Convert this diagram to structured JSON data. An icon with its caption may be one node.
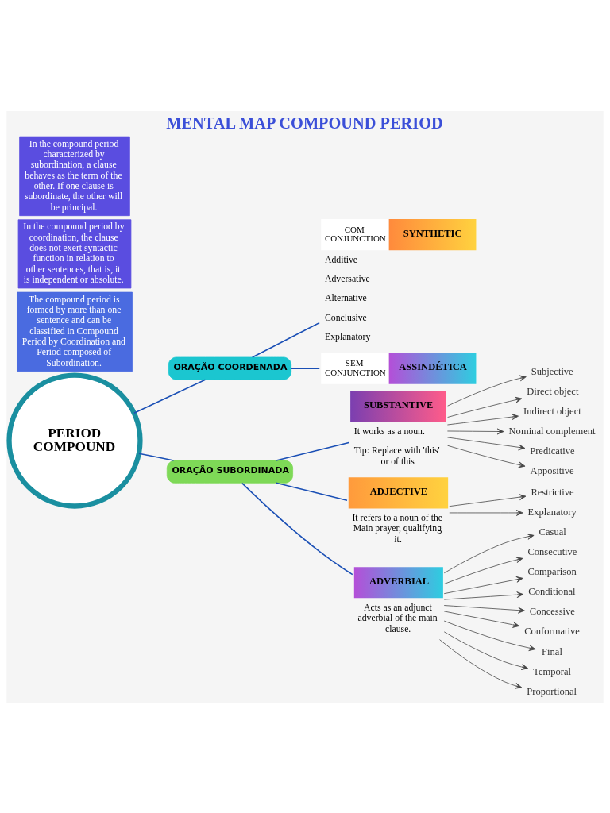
{
  "diagram": {
    "title": "MENTAL MAP COMPOUND PERIOD",
    "nodes": [
      {
        "text": [
          "PERIOD COMPOUND"
        ]
      },
      {
        "text": [
          "ORAÇÃO COORDENADA"
        ]
      },
      {
        "text": [
          "ORAÇÃO SUBORDINADA"
        ]
      },
      {
        "text": [
          "COM CONJUNCTION",
          "SYNTHETIC"
        ],
        "beside": [
          "Additive",
          "Adversative",
          "Alternative",
          "Conclusive",
          "Explanatory"
        ]
      },
      {
        "text": [
          "SEM CONJUNCTION",
          "ASSINDÉTICA"
        ]
      },
      {
        "text": [
          "SUBSTANTIVE"
        ],
        "beside": [
          "It works as a noun.",
          "Tip: Replace with 'this' or of this"
        ]
      },
      {
        "text": [
          "ADJECTIVE"
        ],
        "beside": [
          "It refers to a noun of the Main prayer, qualifying it."
        ]
      },
      {
        "text": [
          "ADVERBIAL"
        ],
        "beside": [
          "Acts as an adjunct adverbial of the main clause."
        ]
      },
      {
        "text": [
          "Subjective"
        ]
      },
      {
        "text": [
          "Direct object"
        ]
      },
      {
        "text": [
          "Indirect object"
        ]
      },
      {
        "text": [
          "Nominal complement"
        ]
      },
      {
        "text": [
          "Predicative"
        ]
      },
      {
        "text": [
          "Appositive"
        ]
      },
      {
        "text": [
          "Restrictive"
        ]
      },
      {
        "text": [
          "Explanatory"
        ]
      },
      {
        "text": [
          "Casual"
        ]
      },
      {
        "text": [
          "Consecutive"
        ]
      },
      {
        "text": [
          "Comparison"
        ]
      },
      {
        "text": [
          "Conditional"
        ]
      },
      {
        "text": [
          "Concessive"
        ]
      },
      {
        "text": [
          "Conformative"
        ]
      },
      {
        "text": [
          "Final"
        ]
      },
      {
        "text": [
          "Temporal"
        ]
      },
      {
        "text": [
          "Proportional"
        ]
      }
    ],
    "edges": [
      {
        "from": 0,
        "to": 1,
        "arrow": "none",
        "color": "#1a4fb5"
      },
      {
        "from": 0,
        "to": 2,
        "arrow": "none",
        "color": "#1a4fb5"
      },
      {
        "from": 1,
        "to": 3,
        "arrow": "none",
        "color": "#1a4fb5"
      },
      {
        "from": 1,
        "to": 4,
        "arrow": "none",
        "color": "#1a4fb5"
      },
      {
        "from": 2,
        "to": 5,
        "arrow": "none",
        "color": "#1a4fb5"
      },
      {
        "from": 2,
        "to": 6,
        "arrow": "none",
        "color": "#1a4fb5"
      },
      {
        "from": 2,
        "to": 7,
        "arrow": "none",
        "color": "#1a4fb5"
      },
      {
        "from": 5,
        "to": 8,
        "arrow": "to"
      },
      {
        "from": 5,
        "to": 9,
        "arrow": "to"
      },
      {
        "from": 5,
        "to": 10,
        "arrow": "to"
      },
      {
        "from": 5,
        "to": 11,
        "arrow": "to"
      },
      {
        "from": 5,
        "to": 12,
        "arrow": "to"
      },
      {
        "from": 5,
        "to": 13,
        "arrow": "to"
      },
      {
        "from": 6,
        "to": 14,
        "arrow": "to"
      },
      {
        "from": 6,
        "to": 15,
        "arrow": "to"
      },
      {
        "from": 7,
        "to": 16,
        "arrow": "to"
      },
      {
        "from": 7,
        "to": 17,
        "arrow": "to"
      },
      {
        "from": 7,
        "to": 18,
        "arrow": "to"
      },
      {
        "from": 7,
        "to": 19,
        "arrow": "to"
      },
      {
        "from": 7,
        "to": 20,
        "arrow": "to"
      },
      {
        "from": 7,
        "to": 21,
        "arrow": "to"
      },
      {
        "from": 7,
        "to": 22,
        "arrow": "to"
      },
      {
        "from": 7,
        "to": 23,
        "arrow": "to"
      },
      {
        "from": 7,
        "to": 24,
        "arrow": "to"
      }
    ],
    "labels": [
      "The compound period is formed by more than one sentence and can be classified in Compound Period by Coordination and Period composed of Subordination.",
      "In the compound period by coordination, the clause does not exert syntactic function in relation to other sentences, that is, it is independent or absolute.",
      "In the compound period characterized by subordination, a clause behaves as the term of the other. If one clause is subordinate, the other will be principal."
    ]
  }
}
